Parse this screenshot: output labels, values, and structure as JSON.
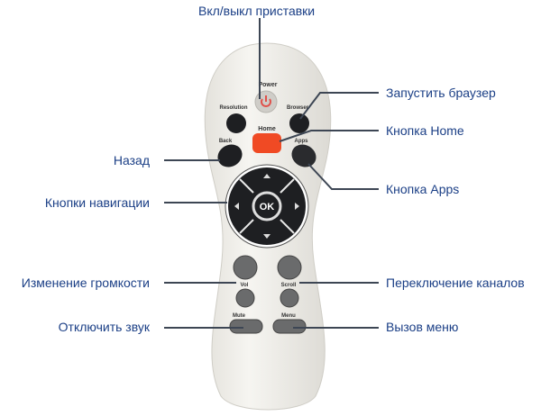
{
  "callouts": {
    "power": "Вкл/выкл приставки",
    "browser": "Запустить браузер",
    "home": "Кнопка Home",
    "back": "Назад",
    "navigation": "Кнопки навигации",
    "apps": "Кнопка Apps",
    "volume": "Изменение громкости",
    "channels": "Переключение каналов",
    "mute": "Отключить звук",
    "menu": "Вызов меню"
  },
  "remote_labels": {
    "power": "Power",
    "resolution": "Resolution",
    "browser": "Browser",
    "home": "Home",
    "back": "Back",
    "apps": "Apps",
    "ok": "OK",
    "vol": "Vol",
    "scroll": "Scroll",
    "mute": "Mute",
    "menu": "Menu"
  },
  "colors": {
    "label": "#1b3f86",
    "home_button": "#f04a24",
    "power_icon": "#e0504a"
  }
}
